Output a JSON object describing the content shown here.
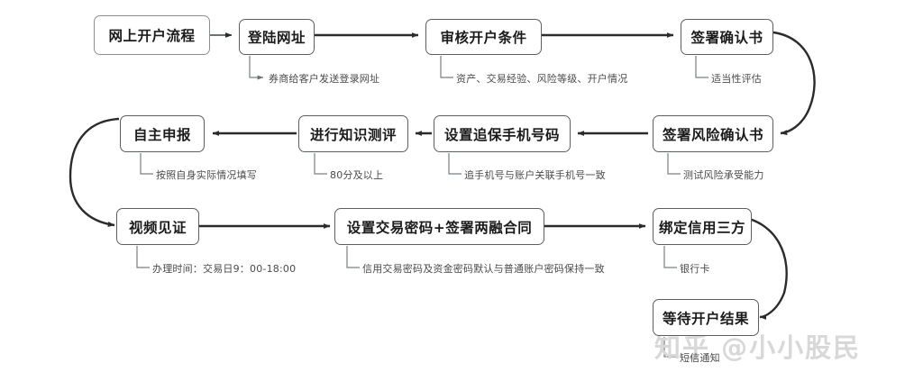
{
  "diagram": {
    "title": "网上开户流程",
    "watermark": "知乎 @小小股民",
    "colors": {
      "box_border": "#5b5f63",
      "start_border": "#8a8f94",
      "arrow": "#2b2b2b",
      "leader": "#7a7f84",
      "annotation_text": "#4a4a4a",
      "watermark": "#d8d8d8",
      "background": "#ffffff"
    },
    "nodes": [
      {
        "id": "start",
        "label": "网上开户流程",
        "annotation": ""
      },
      {
        "id": "login",
        "label": "登陆网址",
        "annotation": "券商给客户发送登录网址"
      },
      {
        "id": "review",
        "label": "审核开户条件",
        "annotation": "资产、交易经验、风险等级、开户情况"
      },
      {
        "id": "sign1",
        "label": "签署确认书",
        "annotation": "适当性评估"
      },
      {
        "id": "sign2",
        "label": "签署风险确认书",
        "annotation": "测试风险承受能力"
      },
      {
        "id": "phone",
        "label": "设置追保手机号码",
        "annotation": "追手机号与账户关联手机号一致"
      },
      {
        "id": "quiz",
        "label": "进行知识测评",
        "annotation": "80分及以上"
      },
      {
        "id": "declare",
        "label": "自主申报",
        "annotation": "按照自身实际情况填写"
      },
      {
        "id": "video",
        "label": "视频见证",
        "annotation": "办理时间：交易日9：00-18:00"
      },
      {
        "id": "password",
        "label": "设置交易密码+签署两融合同",
        "annotation": "信用交易密码及资金密码默认与普通账户密码保持一致"
      },
      {
        "id": "bankbind",
        "label": "绑定信用三方",
        "annotation": "银行卡"
      },
      {
        "id": "waitresult",
        "label": "等待开户结果",
        "annotation": "短信通知"
      }
    ],
    "edges": [
      {
        "from": "start",
        "to": "login",
        "direction": "right"
      },
      {
        "from": "login",
        "to": "review",
        "direction": "right"
      },
      {
        "from": "review",
        "to": "sign1",
        "direction": "right"
      },
      {
        "from": "sign1",
        "to": "sign2",
        "direction": "curve-down-left"
      },
      {
        "from": "sign2",
        "to": "phone",
        "direction": "left"
      },
      {
        "from": "phone",
        "to": "quiz",
        "direction": "left"
      },
      {
        "from": "quiz",
        "to": "declare",
        "direction": "left"
      },
      {
        "from": "declare",
        "to": "video",
        "direction": "curve-down-right"
      },
      {
        "from": "video",
        "to": "password",
        "direction": "right"
      },
      {
        "from": "password",
        "to": "bankbind",
        "direction": "right"
      },
      {
        "from": "bankbind",
        "to": "waitresult",
        "direction": "curve-down-left"
      }
    ]
  }
}
